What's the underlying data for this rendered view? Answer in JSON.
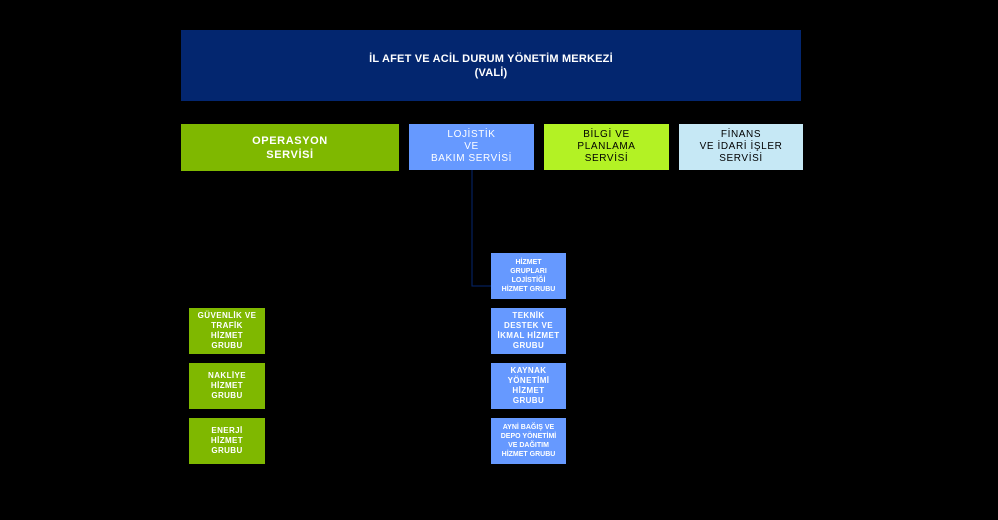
{
  "top": {
    "line1": "İL AFET VE ACİL DURUM YÖNETİM MERKEZİ",
    "line2": "(VALİ)"
  },
  "services": {
    "operasyon": [
      "OPERASYON",
      "SERVİSİ"
    ],
    "lojistik": [
      "LOJİSTİK",
      "VE",
      "BAKIM SERVİSİ"
    ],
    "bilgi": [
      "BİLGİ VE",
      "PLANLAMA",
      "SERVİSİ"
    ],
    "finans": [
      "FİNANS",
      "VE İDARİ İŞLER",
      "SERVİSİ"
    ]
  },
  "operasyon_groups": [
    [
      "GÜVENLİK VE",
      "TRAFİK",
      "HİZMET",
      "GRUBU"
    ],
    [
      "NAKLİYE",
      "HİZMET",
      "GRUBU"
    ],
    [
      "ENERJİ",
      "HİZMET",
      "GRUBU"
    ]
  ],
  "lojistik_groups": [
    [
      "HİZMET",
      "GRUPLARI",
      "LOJİSTİĞİ",
      "HİZMET GRUBU"
    ],
    [
      "TEKNİK",
      "DESTEK VE",
      "İKMAL HİZMET",
      "GRUBU"
    ],
    [
      "KAYNAK",
      "YÖNETİMİ",
      "HİZMET",
      "GRUBU"
    ],
    [
      "AYNİ BAĞIŞ VE",
      "DEPO YÖNETİMİ",
      "VE DAĞITIM",
      "HİZMET GRUBU"
    ]
  ],
  "colors": {
    "top": "#03266f",
    "operasyon": "#7fb800",
    "lojistik": "#6699ff",
    "bilgi": "#b3f224",
    "finans": "#c6e8f5",
    "connector": "#03266f"
  }
}
